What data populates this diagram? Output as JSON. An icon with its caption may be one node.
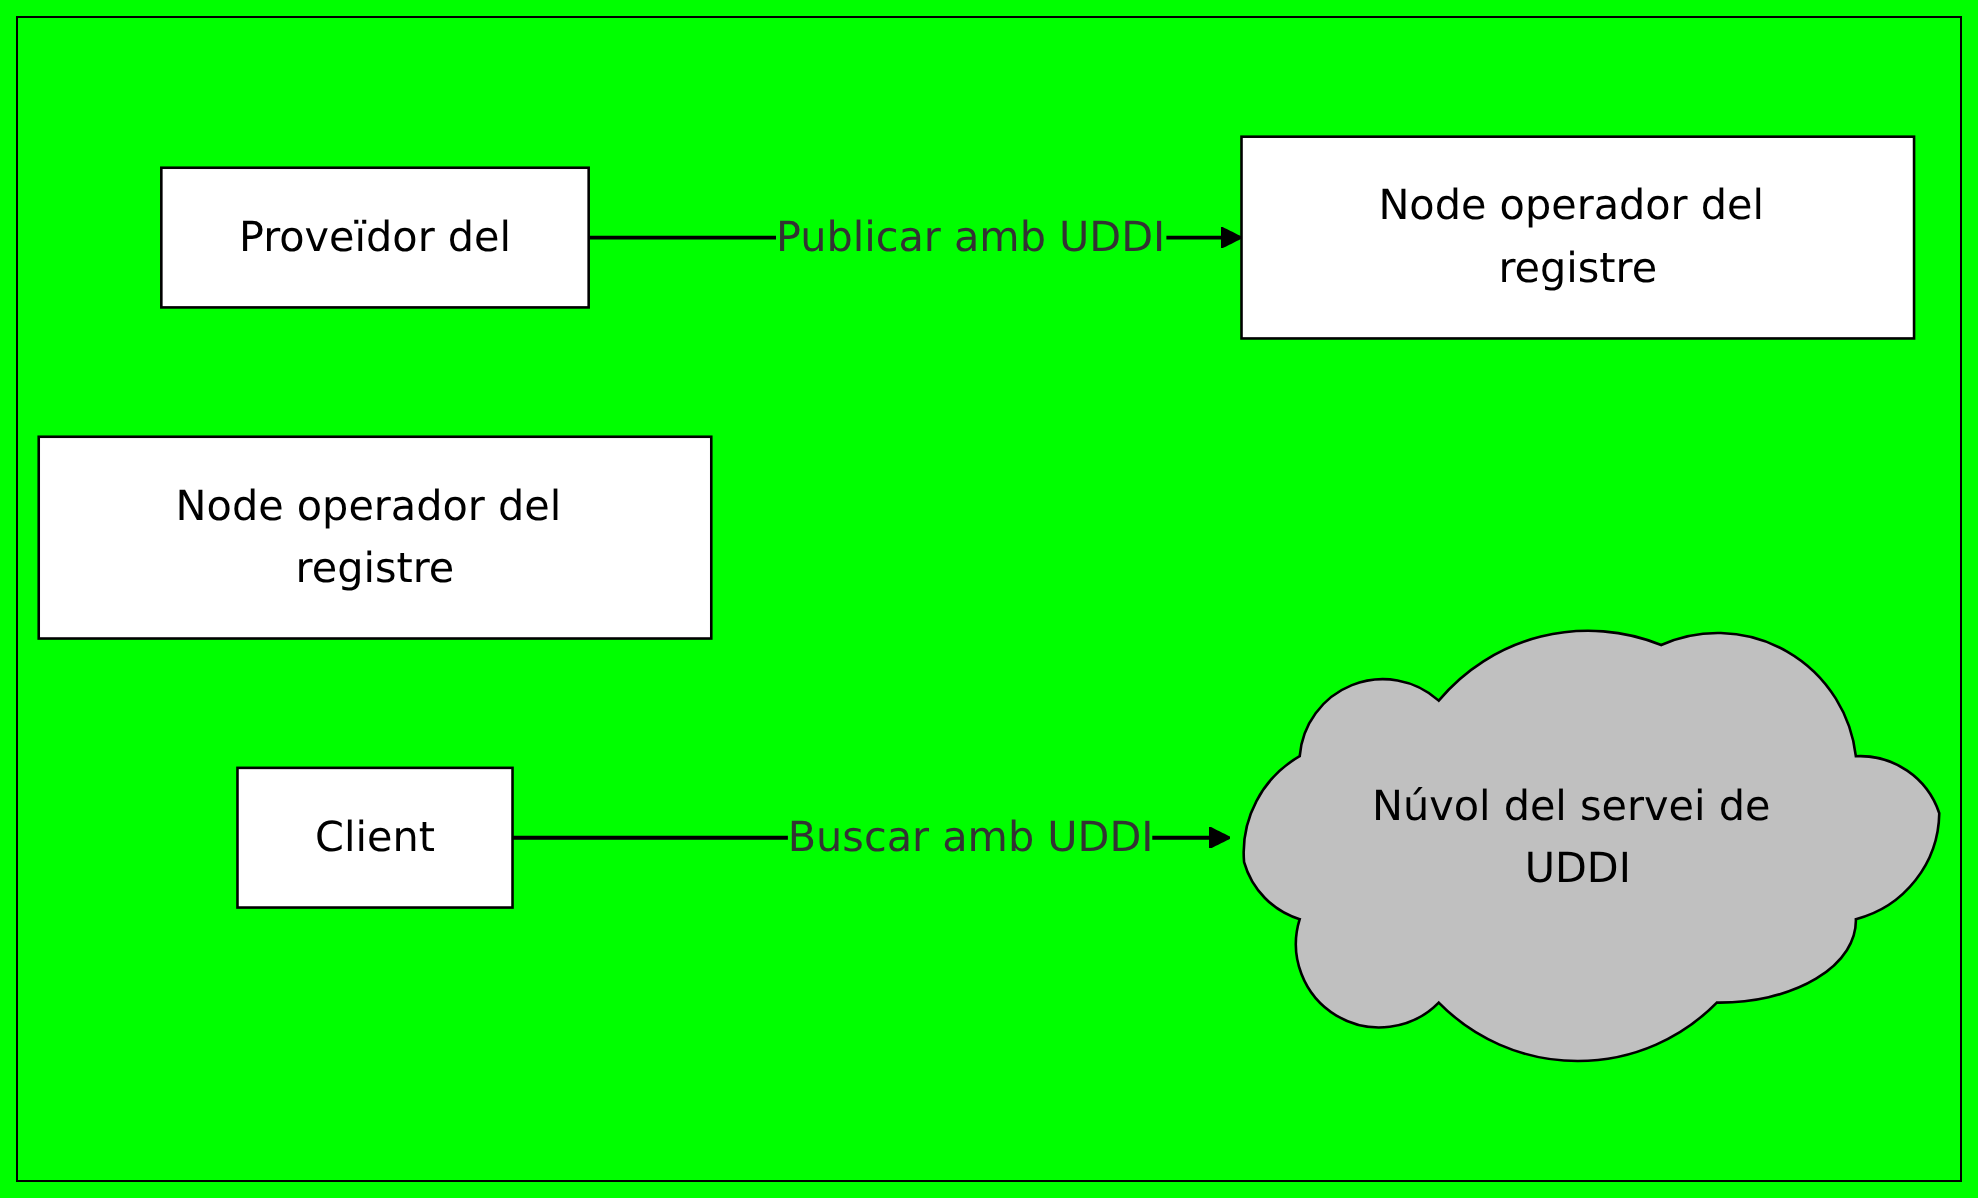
{
  "diagram": {
    "nodes": [
      {
        "text": [
          "Proveïdor del"
        ]
      },
      {
        "text": [
          "Node operador del registre"
        ]
      },
      {
        "text": [
          "Núvol del servei de UDDI"
        ]
      },
      {
        "text": [
          "Node operador del registre"
        ]
      },
      {
        "text": [
          "Client"
        ]
      }
    ],
    "edges": [
      {
        "from": 0,
        "to": 3,
        "arrow": "to",
        "label": "Publicar amb UDDI"
      },
      {
        "from": 4,
        "to": 2,
        "arrow": "to",
        "label": "Buscar amb UDDI"
      }
    ]
  }
}
